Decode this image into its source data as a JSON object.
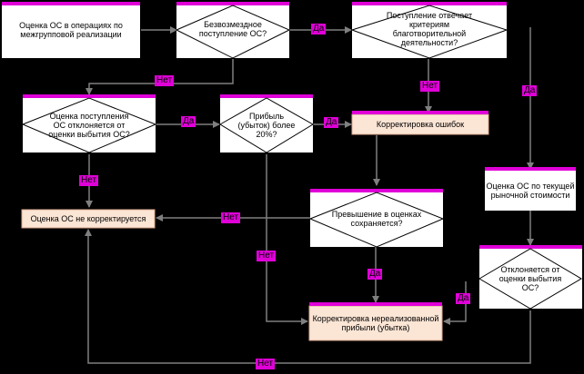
{
  "nodes": {
    "intra_group": "Оценка ОС в операциях по межгрупповой реализации",
    "free_receipt": "Безвозмездное поступление ОС?",
    "charity_criteria": "Поступление отвечает критериям благотворительной деятельности?",
    "receipt_deviation": "Оценка поступления ОС отклоняется от оценки выбытия ОС?",
    "profit_20": "Прибыль (убыток) более 20%?",
    "error_correction": "Корректировка ошибок",
    "market_value": "Оценка ОС по текущей рыночной стоимости",
    "no_correction": "Оценка ОС не корректируется",
    "excess_kept": "Превышение в оценках сохраняется?",
    "deviation_disposal": "Отклоняется от оценки выбытия ОС?",
    "unrealized_profit": "Корректировка нереализованной прибыли (убытка)"
  },
  "labels": {
    "yes": "Да",
    "no": "Нет"
  },
  "colors": {
    "accent": "#e000d8",
    "box": "#ffffff",
    "highlight_box": "#fbe5d5",
    "arrow": "#7f7f7f",
    "background": "#000000"
  }
}
